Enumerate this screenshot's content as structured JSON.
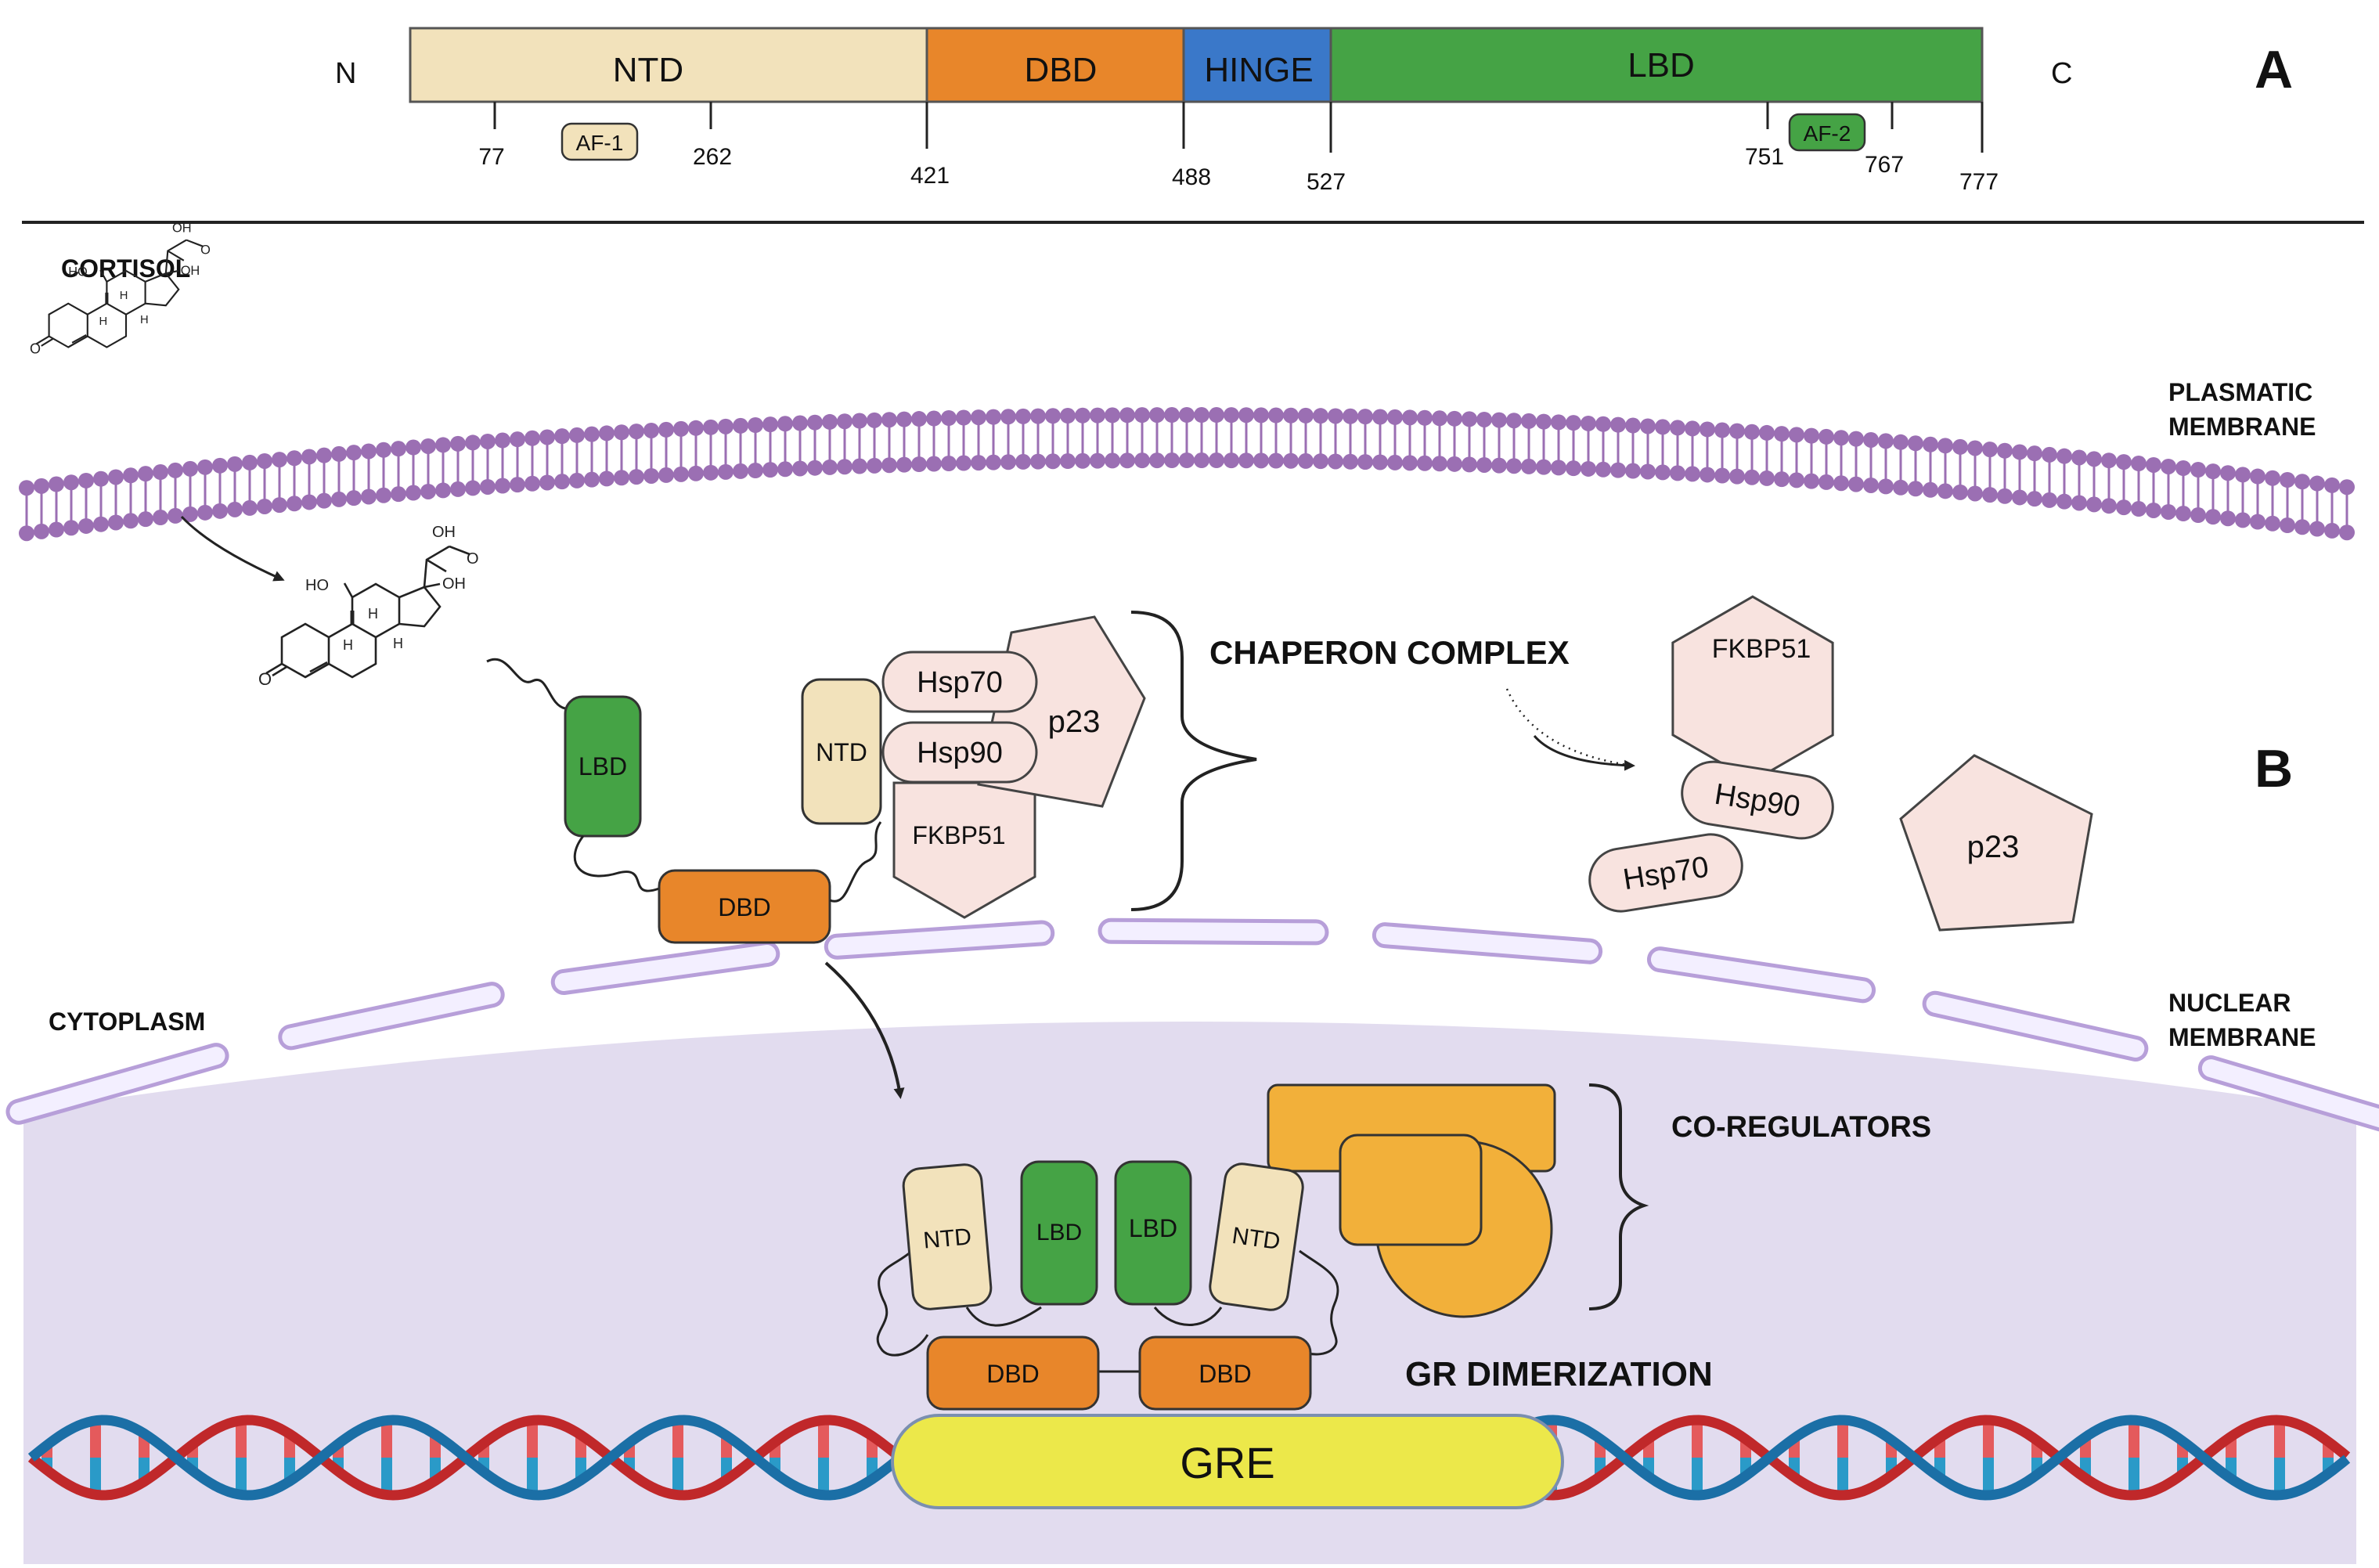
{
  "panel_a": {
    "label": "A",
    "n_terminus": "N",
    "c_terminus": "C",
    "domains": [
      {
        "name": "NTD",
        "color": "#f2e2bb"
      },
      {
        "name": "DBD",
        "color": "#e8862a"
      },
      {
        "name": "HINGE",
        "color": "#3a78c9"
      },
      {
        "name": "LBD",
        "color": "#45a345"
      }
    ],
    "af1": "AF-1",
    "af2": "AF-2",
    "positions": [
      "77",
      "262",
      "421",
      "488",
      "527",
      "751",
      "767",
      "777"
    ]
  },
  "panel_b": {
    "label": "B",
    "cortisol": "CORTISOL",
    "plasmatic_membrane": [
      "PLASMATIC",
      "MEMBRANE"
    ],
    "nuclear_membrane": [
      "NUCLEAR",
      "MEMBRANE"
    ],
    "cytoplasm": "CYTOPLASM",
    "chaperon_complex": "CHAPERON COMPLEX",
    "co_regulators": "CO-REGULATORS",
    "gr_dimerization": "GR DIMERIZATION",
    "gre": "GRE",
    "domain_labels": {
      "ntd": "NTD",
      "dbd": "DBD",
      "lbd": "LBD"
    },
    "chaperones": {
      "hsp70": "Hsp70",
      "hsp90": "Hsp90",
      "p23": "p23",
      "fkbp51": "FKBP51"
    },
    "chem": {
      "oh": "OH",
      "ho": "HO",
      "o": "O",
      "h": "H"
    }
  },
  "colors": {
    "ntd": "#f2e2bb",
    "dbd": "#e8862a",
    "hinge": "#3a78c9",
    "lbd": "#45a345",
    "chaperone": "#f8e3df",
    "membrane": "#9b6fb3",
    "nucleus": "#e2dcef",
    "coregulator": "#f2b03a",
    "gre": "#ece84a",
    "dna_red": "#c0282a",
    "dna_blue": "#1b6fa6"
  }
}
